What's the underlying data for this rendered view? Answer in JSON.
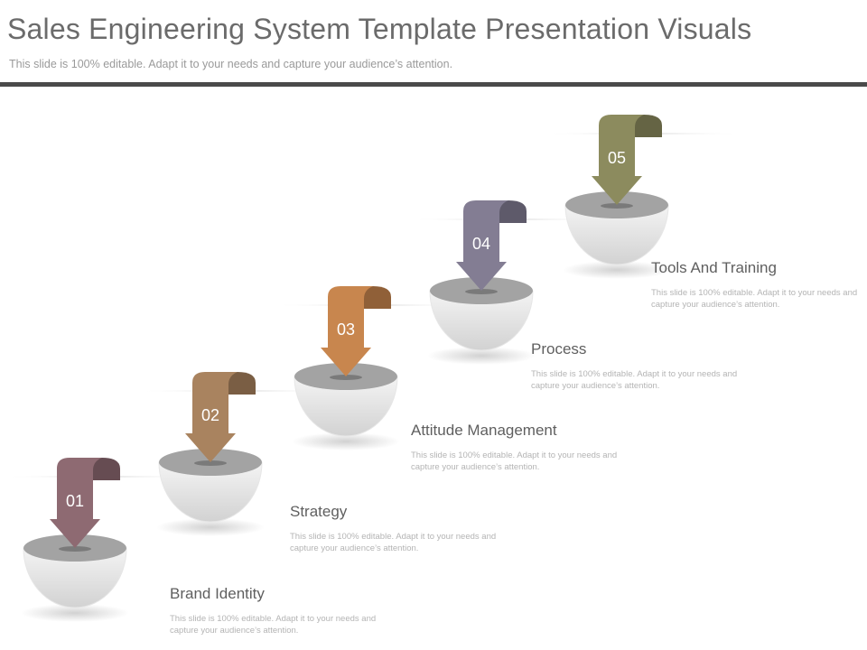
{
  "header": {
    "title": "Sales Engineering System Template Presentation Visuals",
    "subtitle": "This slide is 100% editable. Adapt it to your needs and capture your audience’s attention."
  },
  "steps": [
    {
      "number": "01",
      "heading": "Brand Identity",
      "description": "This slide is 100% editable. Adapt it to your needs and capture your audience’s attention.",
      "color": "#8e6a72"
    },
    {
      "number": "02",
      "heading": "Strategy",
      "description": "This slide is 100% editable. Adapt it to your needs and capture your audience’s attention.",
      "color": "#a9835f"
    },
    {
      "number": "03",
      "heading": "Attitude Management",
      "description": "This slide is 100% editable. Adapt it to your needs and capture your audience’s attention.",
      "color": "#c8864e"
    },
    {
      "number": "04",
      "heading": "Process",
      "description": "This slide is 100% editable. Adapt it to your needs and capture your audience’s attention.",
      "color": "#837d93"
    },
    {
      "number": "05",
      "heading": "Tools And Training",
      "description": "This slide is 100% editable. Adapt it to your needs and capture your audience’s attention.",
      "color": "#8c8b5e"
    }
  ]
}
